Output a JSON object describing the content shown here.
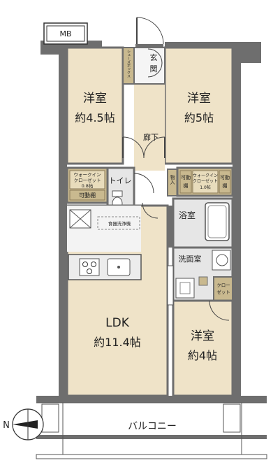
{
  "rooms": {
    "mb": "MB",
    "genkan": "玄関",
    "shoes_box": "シューズボックス",
    "yoshitsu_left": {
      "name": "洋室",
      "size": "約4.5帖"
    },
    "yoshitsu_right": {
      "name": "洋室",
      "size": "約5帖"
    },
    "yoshitsu_bottom": {
      "name": "洋室",
      "size": "約4帖"
    },
    "roka": "廊下",
    "toilet": "トイレ",
    "wic_left": {
      "name1": "ウォークイン",
      "name2": "クローゼット",
      "size": "0.8帖"
    },
    "wic_right": {
      "name1": "ウォークイン",
      "name2": "クローゼット",
      "size": "1.0帖"
    },
    "kadodana": "可動棚",
    "kadodana_short1": "可動",
    "kadodana_short2": "棚",
    "monoire": "物入",
    "yokushitsu": "浴室",
    "senmenshitsu": "洗面室",
    "closet1": "クロー",
    "closet2": "ゼット",
    "dishwasher": "食器洗浄機",
    "ldk": {
      "name": "LDK",
      "size": "約11.4帖"
    },
    "balcony": "バルコニー"
  },
  "compass": {
    "label": "N"
  },
  "colors": {
    "wall": "#6e6e6e",
    "wood": "#efe3c8",
    "tile": "#e6e6e6",
    "wic": "#c9b98f",
    "shelf": "#8a7a5a",
    "door": "#444444"
  }
}
